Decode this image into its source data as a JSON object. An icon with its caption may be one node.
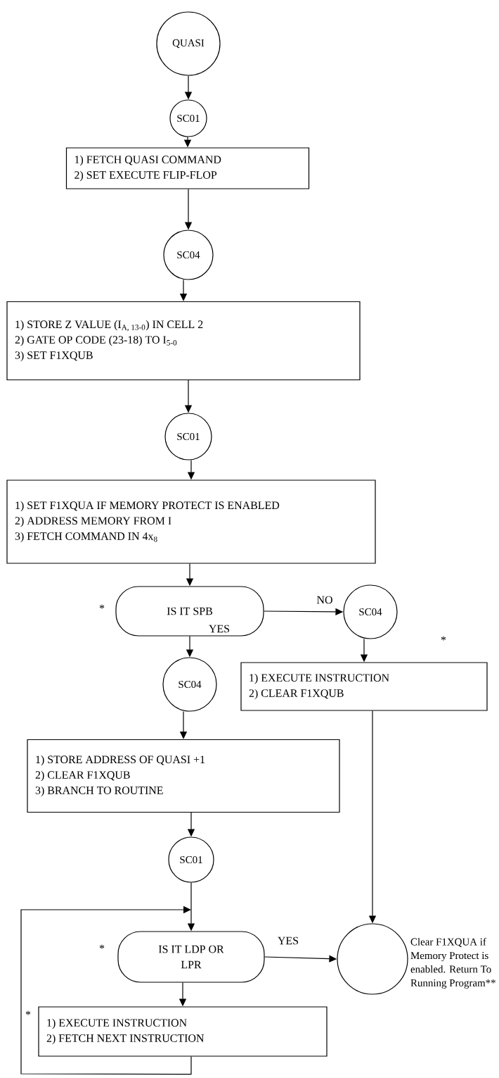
{
  "diagram": {
    "nodes": [
      {
        "text": [
          "QUASI"
        ]
      },
      {
        "text": [
          "SC01"
        ]
      },
      {
        "text": [
          "1) FETCH QUASI COMMAND",
          "2) SET EXECUTE FLIP-FLOP"
        ]
      },
      {
        "text": [
          "SC04"
        ]
      },
      {
        "text": [
          "1) STORE Z VALUE (I$_{A, 13-0}$) IN CELL 2",
          "2) GATE OP CODE (23-18) TO I$_{5-0}$",
          "3) SET F1XQUB"
        ]
      },
      {
        "text": [
          "SC01"
        ]
      },
      {
        "text": [
          "1) SET F1XQUA IF MEMORY PROTECT IS ENABLED",
          "2) ADDRESS MEMORY FROM I",
          "3) FETCH COMMAND IN 4x$_{8}$"
        ]
      },
      {
        "text": [
          "IS IT SPB"
        ],
        "beside": [
          "*"
        ]
      },
      {
        "text": [
          "SC04"
        ]
      },
      {
        "text": [
          "1) EXECUTE INSTRUCTION",
          "2) CLEAR F1XQUB"
        ],
        "beside": [
          "*"
        ]
      },
      {
        "text": [
          "SC04"
        ]
      },
      {
        "text": [
          "1) STORE ADDRESS OF QUASI +1",
          "2) CLEAR F1XQUB",
          "3) BRANCH TO ROUTINE"
        ]
      },
      {
        "text": [
          "SC01"
        ]
      },
      {
        "text": [
          "IS IT LDP OR LPR"
        ],
        "beside": [
          "*"
        ]
      },
      {
        "text": [],
        "shape": "circle",
        "beside": [
          "Clear F1XQUA if Memory Protect is enabled. Return To Running Program**"
        ]
      },
      {
        "text": [
          "1) EXECUTE INSTRUCTION",
          "2) FETCH NEXT INSTRUCTION"
        ],
        "beside": [
          "*"
        ]
      }
    ],
    "edges": [
      {
        "from": 0,
        "to": 1,
        "arrow": "to"
      },
      {
        "from": 1,
        "to": 2,
        "arrow": "to"
      },
      {
        "from": 2,
        "to": 3,
        "arrow": "to"
      },
      {
        "from": 3,
        "to": 4,
        "arrow": "to"
      },
      {
        "from": 4,
        "to": 5,
        "arrow": "to"
      },
      {
        "from": 5,
        "to": 6,
        "arrow": "to"
      },
      {
        "from": 6,
        "to": 7,
        "arrow": "to"
      },
      {
        "from": 7,
        "to": 8,
        "arrow": "to",
        "label": "NO"
      },
      {
        "from": 8,
        "to": 9,
        "arrow": "to"
      },
      {
        "from": 7,
        "to": 10,
        "arrow": "to",
        "label": "YES"
      },
      {
        "from": 10,
        "to": 11,
        "arrow": "to"
      },
      {
        "from": 11,
        "to": 12,
        "arrow": "to"
      },
      {
        "from": 12,
        "to": 13,
        "arrow": "to"
      },
      {
        "from": 13,
        "to": 14,
        "arrow": "to",
        "label": "YES"
      },
      {
        "from": 9,
        "to": 14,
        "arrow": "to"
      },
      {
        "from": 13,
        "to": 15,
        "arrow": "to"
      },
      {
        "from": 15,
        "to": 13,
        "arrow": "to"
      }
    ]
  }
}
